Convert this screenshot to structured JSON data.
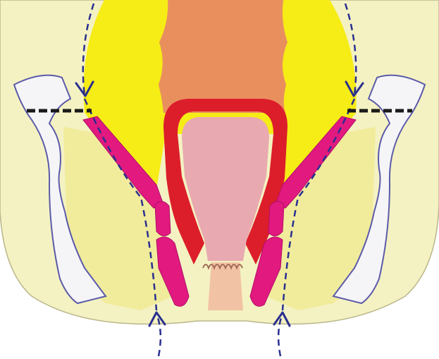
{
  "diagram": {
    "type": "anatomical cross-section illustration",
    "colors": {
      "background": "#ffffff",
      "buttock_tissue": "#f4f2c2",
      "fat_yellow": "#f6ec16",
      "fat_pale": "#f1ec9c",
      "bone": "#f5f5f8",
      "bone_outline": "#5b5aa8",
      "rectum_orange": "#e98f5e",
      "rectal_wall_red": "#dc1e2b",
      "lumen_pink": "#e8aab0",
      "anal_canal": "#f2c2a4",
      "muscle_magenta": "#e2197f",
      "arrow_line": "#2a2f8f",
      "marker_line": "#1a1a1a"
    },
    "annotations": {
      "dashed_arrows": 4,
      "horizontal_level_markers": 2
    }
  }
}
